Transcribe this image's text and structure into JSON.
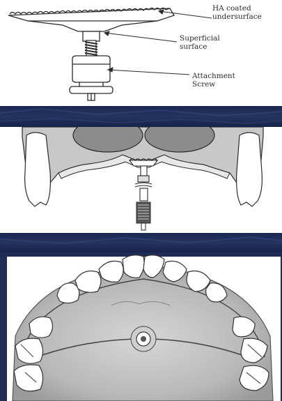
{
  "implant_labels": {
    "coating": [
      "HA coated",
      "undersurface"
    ],
    "surface": [
      "Superficial",
      "surface"
    ],
    "screw": [
      "Attachment",
      "Screw"
    ]
  },
  "colors": {
    "band": "#1f2c55",
    "line": "#2a2a2a",
    "bone": "#c9c9c9",
    "tissue": "#e6e6e6",
    "palate": "#bfbfbf"
  },
  "icons": {
    "implant": "onplant-disc-implant",
    "cross_section": "maxilla-cross-section",
    "palate": "palatal-occlusal-view"
  }
}
